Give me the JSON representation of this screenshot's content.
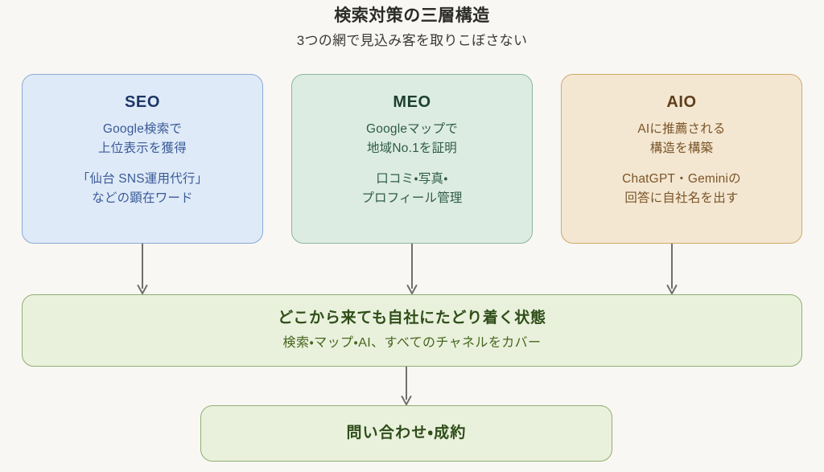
{
  "header": {
    "title": "検索対策の三層構造",
    "subtitle": "3つの網で見込み客を取りこぼさない"
  },
  "cards": [
    {
      "key": "seo",
      "title": "SEO",
      "primary_line_1": "Google検索で",
      "primary_line_2": "上位表示を獲得",
      "secondary_line_1": "「仙台 SNS運用代行」",
      "secondary_line_2": "などの顕在ワード",
      "fill_color": "#dfeaf8",
      "border_color": "#8ba9d4",
      "title_color": "#1d3766",
      "text_color": "#3a5a97"
    },
    {
      "key": "meo",
      "title": "MEO",
      "primary_line_1": "Googleマップで",
      "primary_line_2": "地域No.1を証明",
      "secondary_line_1": "口コミ・写真・",
      "secondary_line_2": "プロフィール管理",
      "fill_color": "#ddece2",
      "border_color": "#8cb69c",
      "title_color": "#1c4031",
      "text_color": "#2f5c48"
    },
    {
      "key": "aio",
      "title": "AIO",
      "primary_line_1": "AIに推薦される",
      "primary_line_2": "構造を構築",
      "secondary_line_1": "ChatGPT・Geminiの",
      "secondary_line_2": "回答に自社名を出す",
      "fill_color": "#f4e7d2",
      "border_color": "#cfa86b",
      "title_color": "#5d3e1c",
      "text_color": "#7a5528"
    }
  ],
  "summary": {
    "title": "どこから来ても自社にたどり着く状態",
    "subtitle": "検索・マップ・AI、すべてのチャネルをカバー",
    "fill_color": "#e9f1dc",
    "border_color": "#90ae72",
    "title_color": "#2f4d19",
    "text_color": "#47661f"
  },
  "outcome": {
    "label": "問い合わせ・成約",
    "fill_color": "#e9f1dc",
    "border_color": "#90ae72",
    "text_color": "#2f4d19"
  },
  "connectors": {
    "arrow_color": "#6f6f6b",
    "icons": [
      "down-arrow-icon",
      "down-arrow-icon",
      "down-arrow-icon",
      "down-arrow-icon"
    ]
  },
  "canvas": {
    "background_color": "#f8f7f3"
  }
}
